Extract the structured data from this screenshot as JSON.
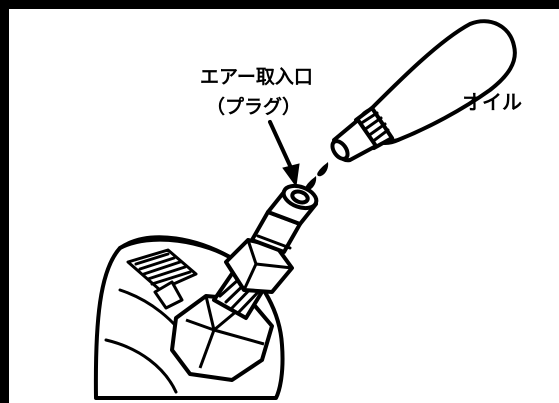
{
  "labels": {
    "air_inlet": "エアー取入口",
    "plug": "（プラグ）",
    "oil": "オイル"
  },
  "colors": {
    "line": "#000000",
    "background": "#ffffff"
  },
  "icons": {
    "tool": "air-tool-body",
    "fitting": "plug-fitting",
    "bottle": "oil-bottle",
    "drops": "oil-drops",
    "pointer": "arrow"
  }
}
